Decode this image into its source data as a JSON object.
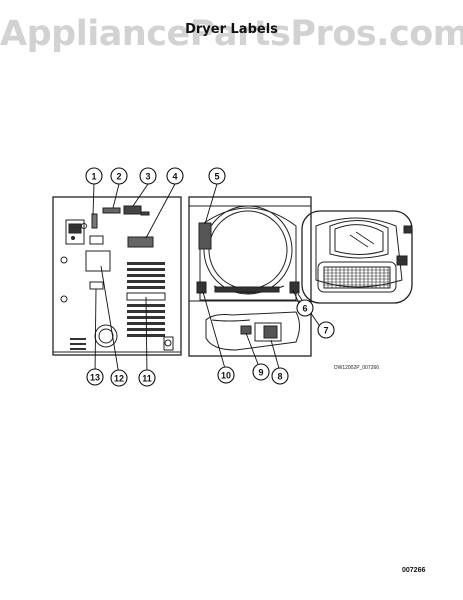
{
  "watermark": "AppliancePartsPros.com",
  "title": "Dryer Labels",
  "callouts": [
    "1",
    "2",
    "3",
    "4",
    "5",
    "6",
    "7",
    "8",
    "9",
    "10",
    "11",
    "12",
    "13"
  ],
  "reference_code": "DW12002P_007266",
  "page_code": "007266"
}
